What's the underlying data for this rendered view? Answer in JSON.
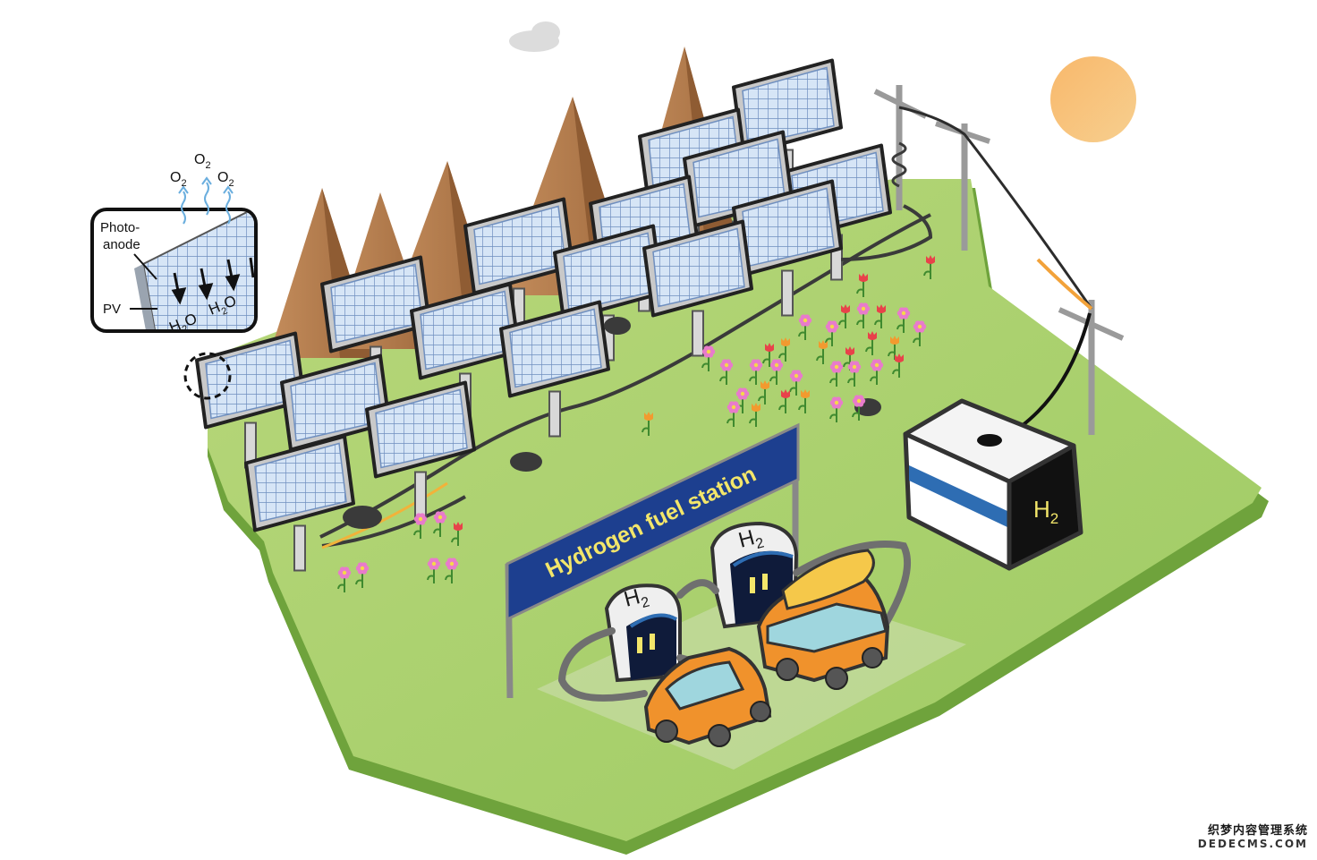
{
  "inset": {
    "o2_labels": [
      {
        "base": "O",
        "sub": "2"
      },
      {
        "base": "O",
        "sub": "2"
      },
      {
        "base": "O",
        "sub": "2"
      }
    ],
    "photoanode_line1": "Photo-",
    "photoanode_line2": "anode",
    "pv_label": "PV",
    "water_labels": [
      {
        "prefix": "H",
        "sub": "2",
        "suffix": "O"
      },
      {
        "prefix": "H",
        "sub": "2",
        "suffix": "O"
      }
    ]
  },
  "station": {
    "banner": "Hydrogen fuel station",
    "pump_labels": [
      {
        "base": "H",
        "sub": "2"
      },
      {
        "base": "H",
        "sub": "2"
      }
    ]
  },
  "tank": {
    "base": "H",
    "sub": "2"
  },
  "watermark": {
    "line1": "织梦内容管理系统",
    "line2": "DEDECMS.COM"
  },
  "colors": {
    "ground": "#a9cf6e",
    "ground_edge": "#6fa33c",
    "mountain": "#b07a4c",
    "panel_cell": "#cfe0f4",
    "banner": "#1d3f8f",
    "banner_text": "#f3e66a",
    "vehicle": "#f0922c",
    "sun": "#f6b466",
    "tank_stripe": "#2e6db3"
  }
}
